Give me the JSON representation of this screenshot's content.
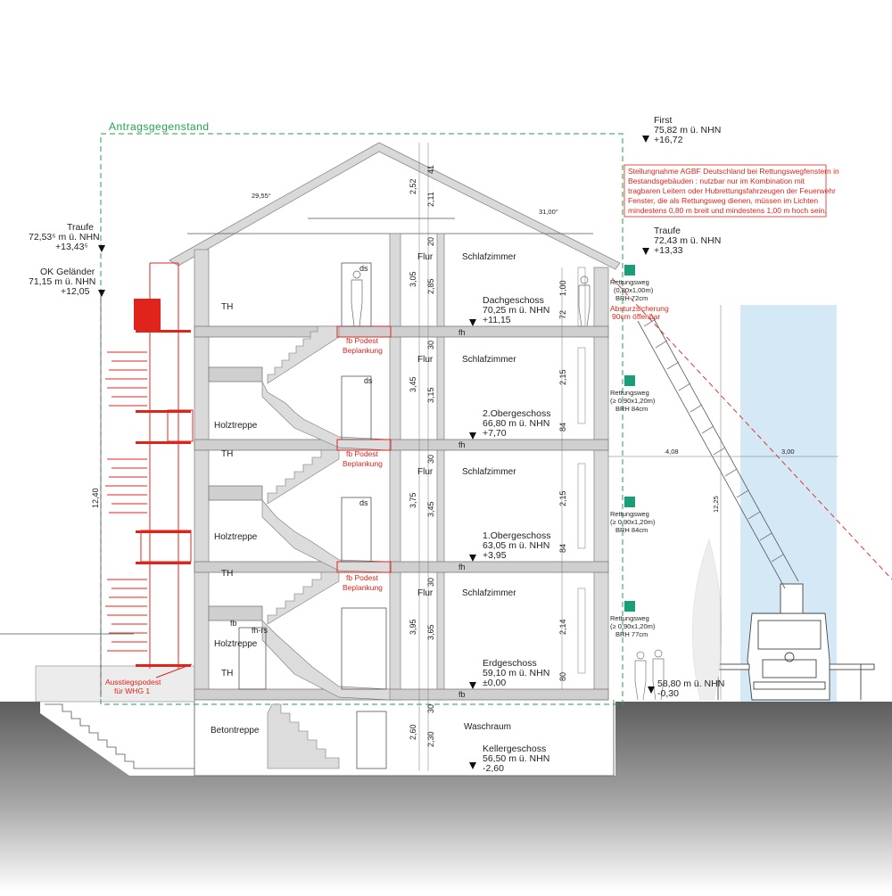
{
  "drawing": {
    "boundary_label": "Antragsgegenstand",
    "roof_angle_left": "29,55°",
    "roof_angle_right": "31,00°"
  },
  "levels_right": {
    "first": {
      "name": "First",
      "nhn": "75,82 m ü. NHN",
      "rel": "+16,72"
    },
    "traufe": {
      "name": "Traufe",
      "nhn": "72,43 m ü. NHN",
      "rel": "+13,33"
    }
  },
  "levels_left": {
    "traufe": {
      "name": "Traufe",
      "nhn": "72,53⁵ m ü. NHN",
      "rel": "+13,43⁵"
    },
    "ok": {
      "name": "OK Geländer",
      "nhn": "71,15 m ü. NHN",
      "rel": "+12,05"
    }
  },
  "floors": [
    {
      "name": "Dachgeschoss",
      "nhn": "70,25 m ü. NHN",
      "rel": "+11,15"
    },
    {
      "name": "2.Obergeschoss",
      "nhn": "66,80 m ü. NHN",
      "rel": "+7,70"
    },
    {
      "name": "1.Obergeschoss",
      "nhn": "63,05 m ü. NHN",
      "rel": "+3,95"
    },
    {
      "name": "Erdgeschoss",
      "nhn": "59,10 m ü. NHN",
      "rel": "±0,00"
    },
    {
      "name": "Kellergeschoss",
      "nhn": "56,50 m ü. NHN",
      "rel": "-2,60"
    }
  ],
  "ground_right": {
    "nhn": "58,80 m ü. NHN",
    "rel": "-0,30"
  },
  "rooms": {
    "schlaf": "Schlafzimmer",
    "flur": "Flur",
    "th": "TH",
    "holz": "Holztreppe",
    "beton": "Betontreppe",
    "wasch": "Waschraum",
    "ds": "ds",
    "fb": "fb",
    "fhrs": "fh-rs",
    "fh": "fh"
  },
  "red_labels": {
    "podest_1": "fb Podest",
    "podest_2": "Beplankung",
    "ausstieg_1": "Ausstiegspodest",
    "ausstieg_2": "für WHG 1",
    "absturz_1": "Absturzsicherung",
    "absturz_2": "90cm öffenbar"
  },
  "note": {
    "lines": [
      "Stellungnahme AGBF Deutschland bei Rettungswegfenstern in",
      "Bestandsgebäuden : nutzbar nur im Kombination mit",
      "tragbaren Leitern oder Hubrettungsfahrzeugen der Feuerwehr",
      "Fenster, die als Rettungsweg dienen, müssen im Lichten",
      "mindestens 0,80 m breit und mindestens 1,00 m hoch sein."
    ]
  },
  "rescue": [
    {
      "label": "Rettungsweg",
      "size": "(0,80x1,00m)",
      "brh": "BRH 72cm"
    },
    {
      "label": "Rettungsweg",
      "size": "(≥ 0,90x1,20m)",
      "brh": "BRH 84cm"
    },
    {
      "label": "Rettungsweg",
      "size": "(≥ 0,90x1,20m)",
      "brh": "BRH 84cm"
    },
    {
      "label": "Rettungsweg",
      "size": "(≥ 0,90x1,20m)",
      "brh": "BRH 77cm"
    }
  ],
  "dims": {
    "roof": [
      "41",
      "2,52",
      "2,11"
    ],
    "dg": [
      "20",
      "3,05",
      "2,85"
    ],
    "og2": [
      "30",
      "3,45",
      "3,15"
    ],
    "og1": [
      "30",
      "3,75",
      "3,45"
    ],
    "eg": [
      "30",
      "3,95",
      "3,65"
    ],
    "kg": [
      "30",
      "2,60",
      "2,30"
    ],
    "win_dg": [
      "1,00",
      "72"
    ],
    "win_og2": [
      "2,15",
      "84"
    ],
    "win_og1": [
      "2,15",
      "84"
    ],
    "win_eg": [
      "2,14",
      "80"
    ],
    "left_height": "12,40",
    "truck_height": "12,25",
    "dist_1": "4,08",
    "dist_2": "3,00"
  },
  "colors": {
    "red": "#e0241b",
    "green": "#22a34a",
    "sky": "#cfe6f5",
    "ground": "#6e6e6e"
  }
}
